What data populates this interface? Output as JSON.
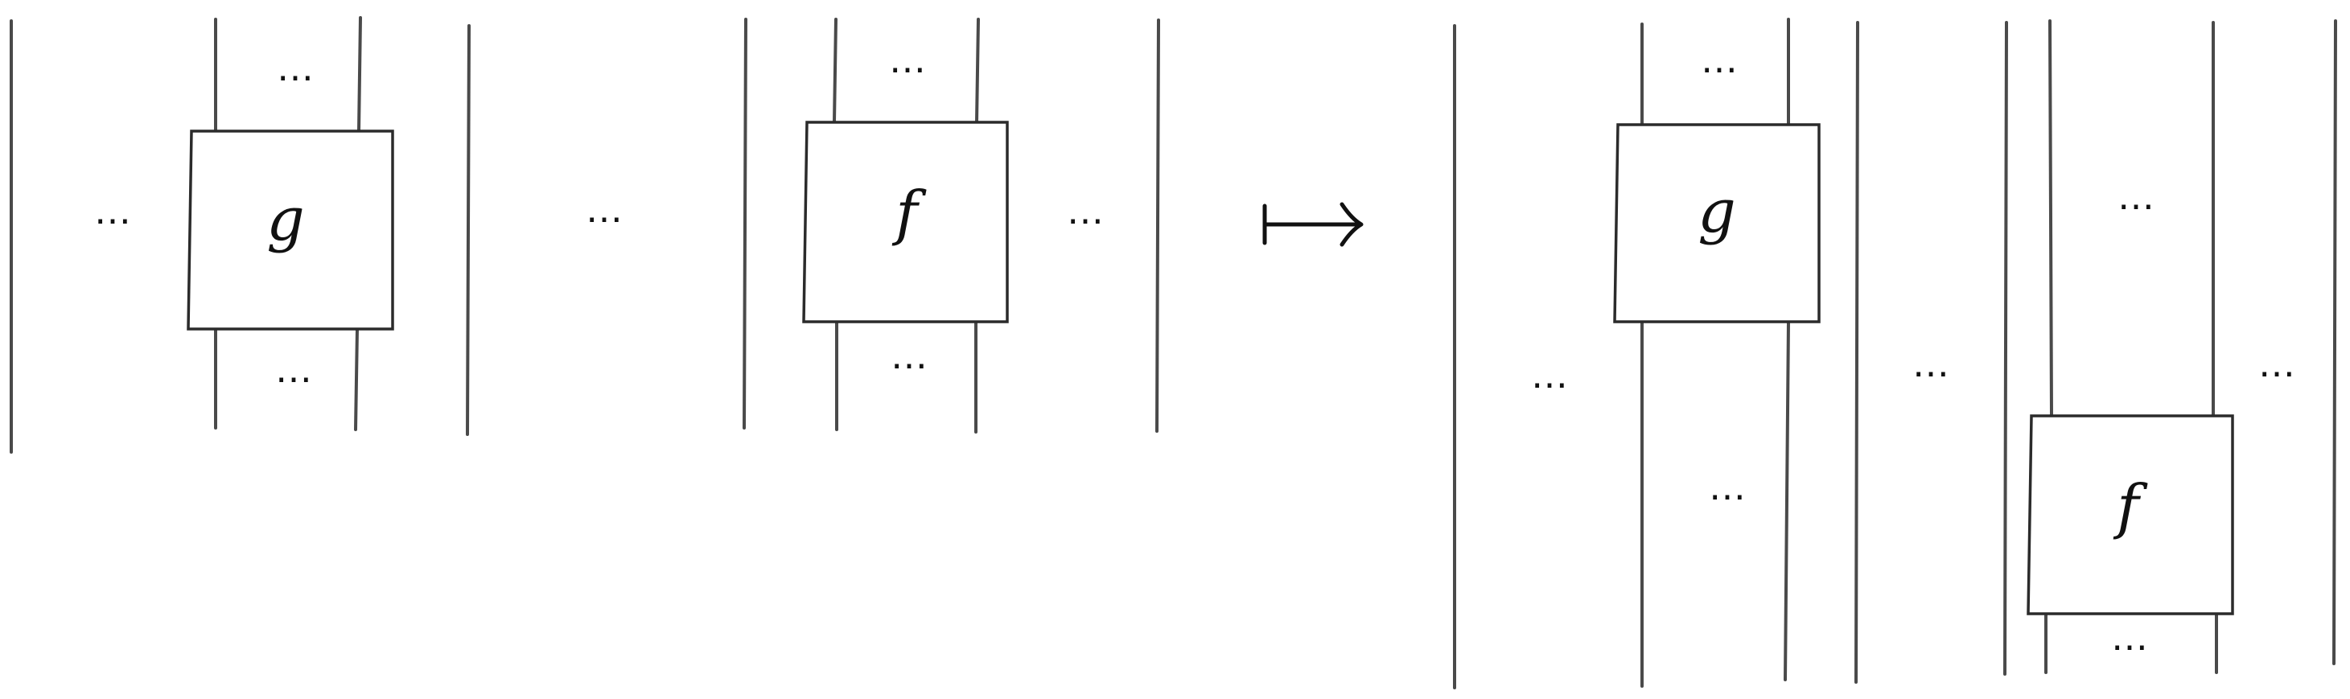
{
  "diagram": {
    "left_side": {
      "box_g": {
        "label": "g"
      },
      "box_f": {
        "label": "f"
      },
      "ellipsis": "⋯"
    },
    "arrow": {
      "kind": "mapsto",
      "glyph": "⟼"
    },
    "right_side": {
      "box_g": {
        "label": "g"
      },
      "box_f": {
        "label": "f"
      },
      "ellipsis": "⋯"
    }
  }
}
